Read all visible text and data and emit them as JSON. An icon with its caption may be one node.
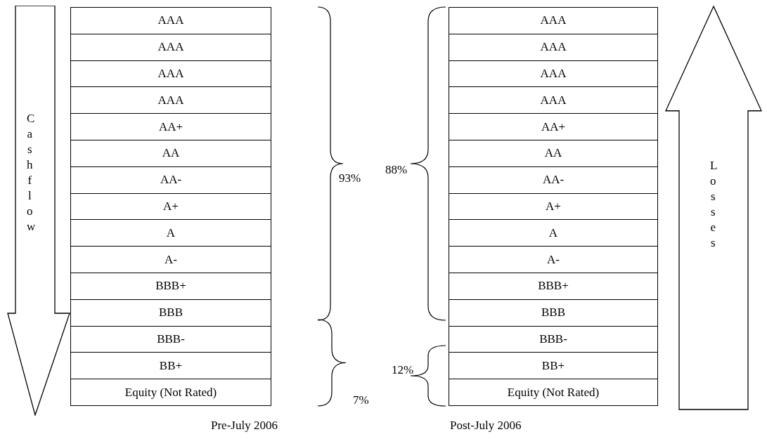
{
  "diagram": {
    "nodes": [
      {
        "text": [
          "Cashflow"
        ]
      },
      {
        "text": [
          "AAA"
        ]
      },
      {
        "text": [
          "AAA"
        ]
      },
      {
        "text": [
          "AAA"
        ]
      },
      {
        "text": [
          "AAA"
        ]
      },
      {
        "text": [
          "AA+"
        ]
      },
      {
        "text": [
          "AA"
        ]
      },
      {
        "text": [
          "AA-"
        ]
      },
      {
        "text": [
          "A+"
        ]
      },
      {
        "text": [
          "A"
        ]
      },
      {
        "text": [
          "A-"
        ]
      },
      {
        "text": [
          "BBB+"
        ]
      },
      {
        "text": [
          "BBB"
        ]
      },
      {
        "text": [
          "BBB-"
        ]
      },
      {
        "text": [
          "BB+"
        ]
      },
      {
        "text": [
          "Equity (Not Rated)"
        ]
      },
      {
        "text": [
          "AAA"
        ]
      },
      {
        "text": [
          "AAA"
        ]
      },
      {
        "text": [
          "AAA"
        ]
      },
      {
        "text": [
          "AAA"
        ]
      },
      {
        "text": [
          "AA+"
        ]
      },
      {
        "text": [
          "AA"
        ]
      },
      {
        "text": [
          "AA-"
        ]
      },
      {
        "text": [
          "A+"
        ]
      },
      {
        "text": [
          "A"
        ]
      },
      {
        "text": [
          "A-"
        ]
      },
      {
        "text": [
          "BBB+"
        ]
      },
      {
        "text": [
          "BBB"
        ]
      },
      {
        "text": [
          "BBB-"
        ]
      },
      {
        "text": [
          "BB+"
        ]
      },
      {
        "text": [
          "Equity (Not Rated)"
        ]
      },
      {
        "text": [
          "Losses"
        ]
      }
    ],
    "labels": [
      "88%",
      "93%",
      "12%",
      "7%",
      "Pre-July 2006",
      "Post-July 2006"
    ]
  }
}
